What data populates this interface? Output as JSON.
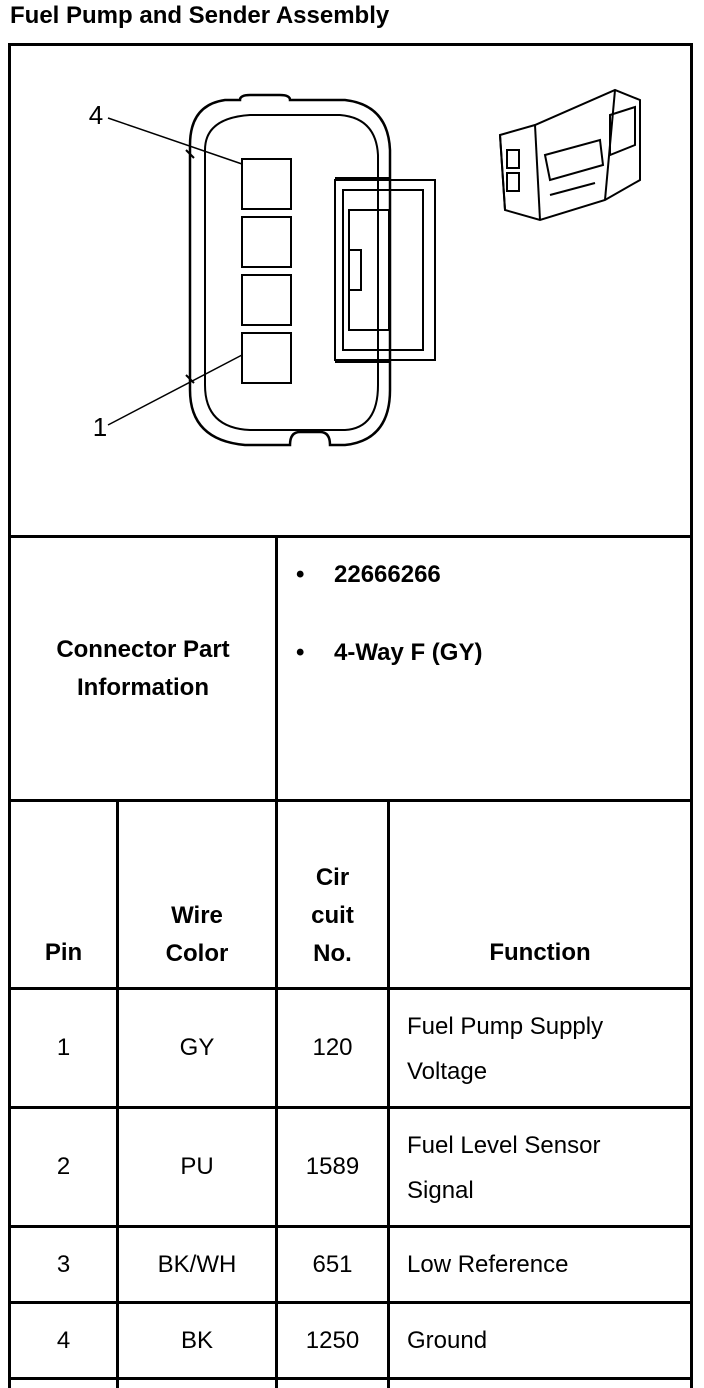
{
  "title": "Fuel Pump and Sender Assembly",
  "diagram": {
    "pin_label_top": "4",
    "pin_label_bottom": "1",
    "connector_face_icon": "connector-face-drawing",
    "connector_3d_icon": "connector-isometric-drawing"
  },
  "connector_info": {
    "label": "Connector Part Information",
    "label_line1": "Connector Part",
    "label_line2": "Information",
    "bullet_glyph": "•",
    "items": [
      "22666266",
      "4-Way F (GY)"
    ]
  },
  "table": {
    "headers": {
      "pin": "Pin",
      "wire_color_line1": "Wire",
      "wire_color_line2": "Color",
      "circuit_line1": "Cir",
      "circuit_line2": "cuit",
      "circuit_line3": "No.",
      "function": "Function"
    },
    "rows": [
      {
        "pin": "1",
        "color": "GY",
        "circuit": "120",
        "function_line1": "Fuel Pump Supply",
        "function_line2": "Voltage"
      },
      {
        "pin": "2",
        "color": "PU",
        "circuit": "1589",
        "function_line1": "Fuel Level Sensor",
        "function_line2": "Signal"
      },
      {
        "pin": "3",
        "color": "BK/WH",
        "circuit": "651",
        "function_line1": "Low Reference",
        "function_line2": ""
      },
      {
        "pin": "4",
        "color": "BK",
        "circuit": "1250",
        "function_line1": "Ground",
        "function_line2": ""
      }
    ]
  }
}
